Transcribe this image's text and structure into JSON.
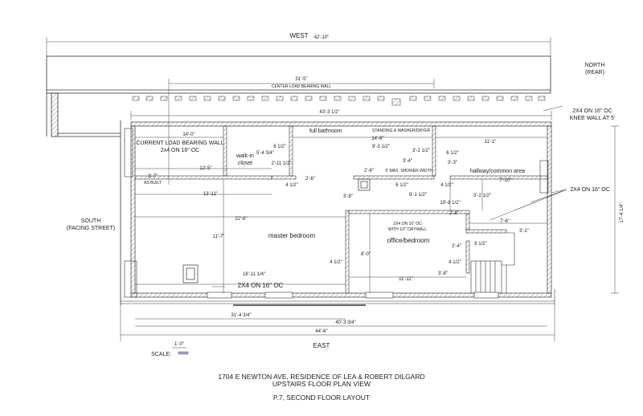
{
  "compass": {
    "west": "WEST",
    "east": "EAST",
    "north": "NORTH",
    "north_sub": "(REAR)",
    "south": "SOUTH",
    "south_sub": "(FACING STREET)"
  },
  "rooms": {
    "master_bedroom": "master bedroom",
    "office_bedroom": "office/bedroom",
    "walk_in": "walk-in",
    "closet": "closet",
    "full_bathroom": "full bathroom",
    "hallway": "hallway/common area"
  },
  "notes": {
    "center_wall": "CENTER LOAD BEARING WALL",
    "current_wall_1": "CURRENT LOAD BEARING WALL",
    "current_wall_2": "2x4 ON 16\" OC",
    "knee_wall_1": "2X4 ON 16\" OC",
    "knee_wall_2": "KNEE WALL AT 5'",
    "right_2x4": "2X4 ON 16\" OC",
    "bottom_2x4": "2X4 ON 16\" OC",
    "mid_2x4_1": "2X4 ON 16\" OC",
    "mid_2x4_2": "WITH 1/2\" DRYWALL",
    "shower": "5' MAX. SHOWER WIDTH",
    "as_built": "AS BUILT",
    "bath_small": "STANDING & WASHER/DRYER"
  },
  "dims": {
    "overall_top": "42'-10\"",
    "center_wall": "31'-5\"",
    "top_inner": "43'-3 1/2\"",
    "left_top": "14'-0\"",
    "bath_top": "14'-8\"",
    "right_top": "11'-1\"",
    "closet_w": "5'-4 3/4\"",
    "closet_h": "6 1/2\"",
    "closet_d": "2'-11 1/2\"",
    "left_mid": "12'-5\"",
    "left_low": "13'-11\"",
    "bath_a": "9'-3 1/2\"",
    "bath_b": "3'-4\"",
    "bath_c": "3'-2 1/2\"",
    "bath_d": "6 1/2\"",
    "bath_e": "3'-3\"",
    "bath_f": "2'-6\"",
    "bath_g": "2'-6\"",
    "wall_a": "4 1/2\"",
    "wall_b": "6 1/2\"",
    "wall_c": "9'-1 1/2\"",
    "wall_d": "4 1/2\"",
    "hall_a": "7'-10\"",
    "hall_b": "3'-2 1/2\"",
    "hall_c": "19'-8 1/2\"",
    "hall_d": "2'-8\"",
    "hall_e": "7'-6\"",
    "hall_f": "3'-1\"",
    "as_built_dim": "3'-7\"",
    "left_small": "3'-8\"",
    "master_w": "22'-6\"",
    "master_h": "11'-7\"",
    "mid_v": "8'-0\"",
    "mid_a": "4 1/2\"",
    "office_w": "11'-11\"",
    "office_a": "3'-8\"",
    "office_b": "4 1/2\"",
    "office_c": "2'-4\"",
    "office_d": "6 1/2\"",
    "master_low": "18'-11 1/4\"",
    "right_overall": "17'-4 1/4\"",
    "bottom_a": "31'-4 3/4\"",
    "bottom_b": "40'-3 3/4\"",
    "overall_bottom": "44'-6\"",
    "scale_dim": "1'-0\""
  },
  "scale_label": "SCALE:",
  "title": {
    "line1": "1704 E NEWTON AVE, RESIDENCE OF LEA & ROBERT DILGARD",
    "line2": "UPSTAIRS FLOOR PLAN VIEW",
    "line3": "P.7, SECOND FLOOR LAYOUT"
  },
  "colors": {
    "line": "#333333",
    "hatch": "#777777"
  }
}
